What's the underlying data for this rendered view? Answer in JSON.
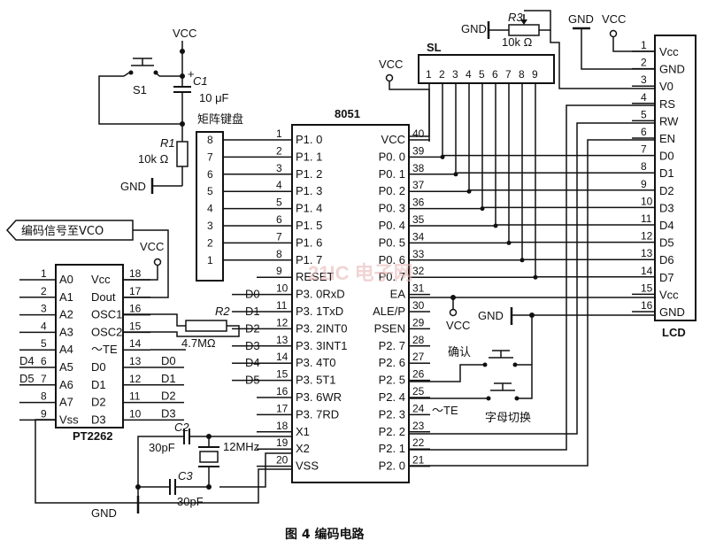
{
  "caption": "图 4 编码电路",
  "watermark": "21IC 电子网",
  "power": {
    "vcc": "VCC",
    "gnd": "GND"
  },
  "components": {
    "mcu": {
      "name": "8051"
    },
    "encoder": {
      "name": "PT2262"
    },
    "lcd": {
      "name": "LCD"
    },
    "sl": {
      "name": "SL"
    },
    "keyboard": {
      "name": "矩阵键盘",
      "pins": [
        "8",
        "7",
        "6",
        "5",
        "4",
        "3",
        "2",
        "1"
      ]
    },
    "s1": {
      "name": "S1"
    },
    "c1": {
      "name": "C1",
      "value": "10 μF"
    },
    "r1": {
      "name": "R1",
      "value": "10k Ω"
    },
    "r2": {
      "name": "R2",
      "value": "4.7MΩ"
    },
    "r3": {
      "name": "R3",
      "value": "10k Ω"
    },
    "c2": {
      "name": "C2",
      "value": "30pF"
    },
    "c3": {
      "name": "C3",
      "value": "30pF"
    },
    "crystal": {
      "value": "12MHz"
    }
  },
  "labels": {
    "vco": "编码信号至VCO",
    "confirm": "确认",
    "switch": "字母切换",
    "te": "～TE"
  },
  "mcu_left": [
    {
      "num": "1",
      "name": "P1. 0"
    },
    {
      "num": "2",
      "name": "P1. 1"
    },
    {
      "num": "3",
      "name": "P1. 2"
    },
    {
      "num": "4",
      "name": "P1. 3"
    },
    {
      "num": "5",
      "name": "P1. 4"
    },
    {
      "num": "6",
      "name": "P1. 5"
    },
    {
      "num": "7",
      "name": "P1. 6"
    },
    {
      "num": "8",
      "name": "P1. 7"
    },
    {
      "num": "9",
      "name": "RESET"
    },
    {
      "num": "10",
      "name": "P3. 0RxD"
    },
    {
      "num": "11",
      "name": "P3. 1TxD"
    },
    {
      "num": "12",
      "name": "P3. 2INT0"
    },
    {
      "num": "13",
      "name": "P3. 3INT1"
    },
    {
      "num": "14",
      "name": "P3. 4T0"
    },
    {
      "num": "15",
      "name": "P3. 5T1"
    },
    {
      "num": "16",
      "name": "P3. 6WR"
    },
    {
      "num": "17",
      "name": "P3. 7RD"
    },
    {
      "num": "18",
      "name": "X1"
    },
    {
      "num": "19",
      "name": "X2"
    },
    {
      "num": "20",
      "name": "VSS"
    }
  ],
  "mcu_right": [
    {
      "num": "40",
      "name": "VCC"
    },
    {
      "num": "39",
      "name": "P0. 0"
    },
    {
      "num": "38",
      "name": "P0. 1"
    },
    {
      "num": "37",
      "name": "P0. 2"
    },
    {
      "num": "36",
      "name": "P0. 3"
    },
    {
      "num": "35",
      "name": "P0. 4"
    },
    {
      "num": "34",
      "name": "P0. 5"
    },
    {
      "num": "33",
      "name": "P0. 6"
    },
    {
      "num": "32",
      "name": "P0. 7"
    },
    {
      "num": "31",
      "name": "EA"
    },
    {
      "num": "30",
      "name": "ALE/P"
    },
    {
      "num": "29",
      "name": "PSEN"
    },
    {
      "num": "28",
      "name": "P2. 7"
    },
    {
      "num": "27",
      "name": "P2. 6"
    },
    {
      "num": "26",
      "name": "P2. 5"
    },
    {
      "num": "25",
      "name": "P2. 4"
    },
    {
      "num": "24",
      "name": "P2. 3"
    },
    {
      "num": "23",
      "name": "P2. 2"
    },
    {
      "num": "22",
      "name": "P2. 1"
    },
    {
      "num": "21",
      "name": "P2. 0"
    }
  ],
  "mcu_port_labels": [
    "D0",
    "D1",
    "D2",
    "D3",
    "D4",
    "D5"
  ],
  "pt_left": [
    {
      "num": "1",
      "name": "A0"
    },
    {
      "num": "2",
      "name": "A1"
    },
    {
      "num": "3",
      "name": "A2"
    },
    {
      "num": "4",
      "name": "A3"
    },
    {
      "num": "5",
      "name": "A4"
    },
    {
      "num": "6",
      "name": "A5"
    },
    {
      "num": "7",
      "name": "A6"
    },
    {
      "num": "8",
      "name": "A7"
    },
    {
      "num": "9",
      "name": "Vss"
    }
  ],
  "pt_right": [
    {
      "num": "18",
      "name": "Vcc"
    },
    {
      "num": "17",
      "name": "Dout"
    },
    {
      "num": "16",
      "name": "OSC1"
    },
    {
      "num": "15",
      "name": "OSC2"
    },
    {
      "num": "14",
      "name": "～TE"
    },
    {
      "num": "13",
      "name": "D0"
    },
    {
      "num": "12",
      "name": "D1"
    },
    {
      "num": "11",
      "name": "D2"
    },
    {
      "num": "10",
      "name": "D3"
    }
  ],
  "pt_left_ext": [
    "",
    "",
    "",
    "",
    "",
    "D4",
    "D5",
    ""
  ],
  "pt_right_ext": [
    "D0",
    "D1",
    "D2",
    "D3"
  ],
  "lcd_pins": [
    {
      "num": "1",
      "name": "Vcc"
    },
    {
      "num": "2",
      "name": "GND"
    },
    {
      "num": "3",
      "name": "V0"
    },
    {
      "num": "4",
      "name": "RS"
    },
    {
      "num": "5",
      "name": "RW"
    },
    {
      "num": "6",
      "name": "EN"
    },
    {
      "num": "7",
      "name": "D0"
    },
    {
      "num": "8",
      "name": "D1"
    },
    {
      "num": "9",
      "name": "D2"
    },
    {
      "num": "10",
      "name": "D3"
    },
    {
      "num": "11",
      "name": "D4"
    },
    {
      "num": "12",
      "name": "D5"
    },
    {
      "num": "13",
      "name": "D6"
    },
    {
      "num": "14",
      "name": "D7"
    },
    {
      "num": "15",
      "name": "Vcc"
    },
    {
      "num": "16",
      "name": "GND"
    }
  ],
  "sl_pins": [
    "1",
    "2",
    "3",
    "4",
    "5",
    "6",
    "7",
    "8",
    "9"
  ]
}
